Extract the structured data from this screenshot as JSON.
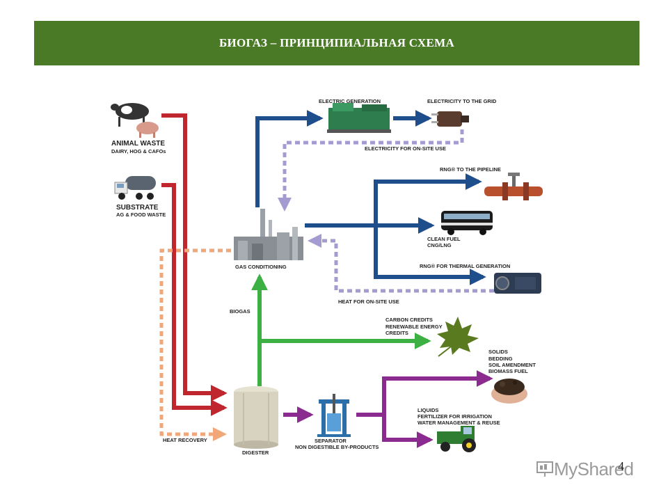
{
  "title": "БИОГАЗ – ПРИНЦИПИАЛЬНАЯ СХЕМА",
  "page_number": "4",
  "watermark": "MyShared",
  "labels": {
    "animal_waste": "ANIMAL WASTE",
    "animal_waste_sub": "DAIRY, HOG & CAFOs",
    "substrate": "SUBSTRATE",
    "substrate_sub": "AG & FOOD WASTE",
    "electric_generation": "ELECTRIC GENERATION",
    "electricity_grid": "ELECTRICITY TO THE GRID",
    "electricity_onsite": "ELECTRICITY FOR ON-SITE USE",
    "rng_pipeline": "RNG® TO THE PIPELINE",
    "clean_fuel": "CLEAN FUEL",
    "clean_fuel_sub": "CNG/LNG",
    "rng_thermal": "RNG® FOR THERMAL GENERATION",
    "gas_conditioning": "GAS CONDITIONING",
    "heat_onsite": "HEAT FOR ON-SITE USE",
    "biogas": "BIOGAS",
    "carbon_credits": "CARBON CREDITS",
    "renewable_credits_1": "RENEWABLE ENERGY",
    "renewable_credits_2": "CREDITS",
    "solids": "SOLIDS",
    "solids_1": "BEDDING",
    "solids_2": "SOIL AMENDMENT",
    "solids_3": "BIOMASS FUEL",
    "liquids": "LIQUIDS",
    "liquids_1": "FERTILIZER FOR IRRIGATION",
    "liquids_2": "WATER MANAGEMENT & REUSE",
    "heat_recovery": "HEAT RECOVERY",
    "digester": "DIGESTER",
    "separator": "SEPARATOR",
    "separator_sub": "NON DIGESTIBLE BY-PRODUCTS"
  },
  "colors": {
    "title_bg": "#4a7a26",
    "red_flow": "#c0262d",
    "blue_flow": "#1f4e8c",
    "green_flow": "#3cb043",
    "purple_flow": "#8b2a8f",
    "dashed_lavender": "#a49bd0",
    "dashed_orange": "#f2a77a"
  },
  "icons": [
    "cows-icon",
    "truck-icon",
    "generator-icon",
    "plug-icon",
    "pipeline-icon",
    "bus-icon",
    "boiler-icon",
    "gas-plant-icon",
    "maple-leaf-icon",
    "soil-hands-icon",
    "tractor-icon",
    "digester-tank-icon",
    "separator-press-icon"
  ]
}
